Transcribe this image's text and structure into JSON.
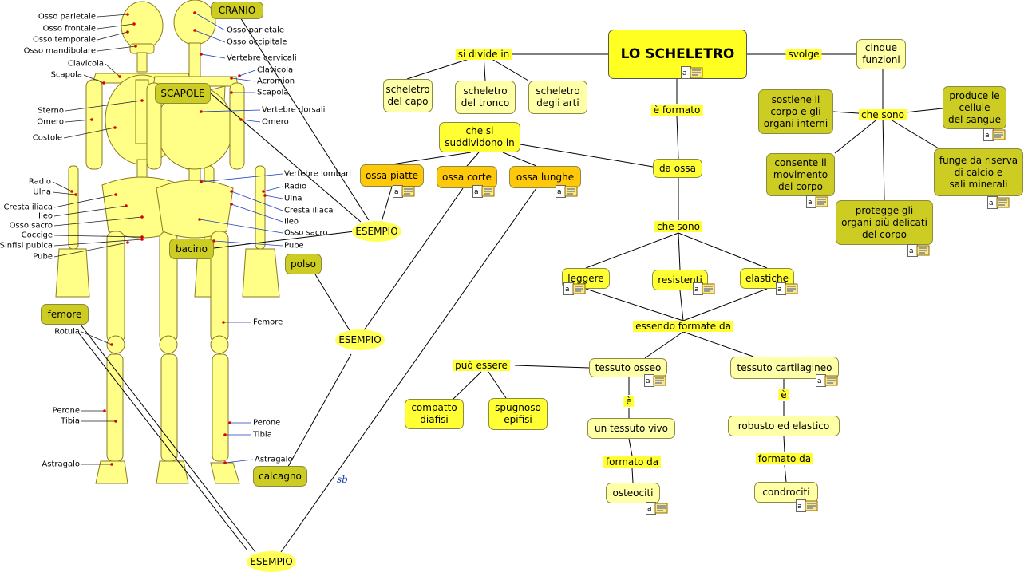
{
  "main_title": "LO SCHELETRO",
  "nodes": {
    "scheletro_capo": "scheletro\ndel capo",
    "scheletro_tronco": "scheletro\ndel tronco",
    "scheletro_arti": "scheletro\ndegli arti",
    "cinque_funzioni": "cinque\nfunzioni",
    "sostiene": "sostiene il\ncorpo e gli\norgani interni",
    "produce": "produce le\ncellule\ndel sangue",
    "consente": "consente il\nmovimento\ndel corpo",
    "protegge": "protegge gli\norgani più delicati\ndel corpo",
    "funge": "funge da riserva\ndi calcio e\nsali minerali",
    "che_si_suddividono": "che si\nsuddividono in",
    "ossa_piatte": "ossa piatte",
    "ossa_corte": "ossa corte",
    "ossa_lunghe": "ossa lunghe",
    "da_ossa": "da ossa",
    "leggere": "leggere",
    "resistenti": "resistenti",
    "elastiche": "elastiche",
    "tessuto_osseo": "tessuto osseo",
    "tessuto_cartilagineo": "tessuto cartilagineo",
    "compatto": "compatto\ndiafisi",
    "spugnoso": "spugnoso\nepifisi",
    "tessuto_vivo": "un tessuto vivo",
    "robusto": "robusto ed elastico",
    "osteociti": "osteociti",
    "condrociti": "condrociti",
    "cranio": "CRANIO",
    "scapole": "SCAPOLE",
    "bacino": "bacino",
    "polso": "polso",
    "femore": "femore",
    "calcagno": "calcagno"
  },
  "links": {
    "si_divide_in": "si  divide in",
    "svolge": "svolge",
    "e_formato": "è formato",
    "che_sono_1": "che sono",
    "che_sono_2": "che sono",
    "essendo_formate_da": "essendo formate da",
    "puo_essere": "può essere",
    "e_1": "è",
    "e_2": "è",
    "formato_da_1": "formato da",
    "formato_da_2": "formato da"
  },
  "esempi": [
    "ESEMPIO",
    "ESEMPIO",
    "ESEMPIO"
  ],
  "bones_front": [
    "Osso parietale",
    "Osso frontale",
    "Osso temporale",
    "Osso mandibolare",
    "Clavicola",
    "Scapola",
    "Sterno",
    "Omero",
    "Costole",
    "Radio",
    "Ulna",
    "Cresta iliaca",
    "Ileo",
    "Osso sacro",
    "Coccige",
    "Sinfisi pubica",
    "Pube",
    "Rotula",
    "Perone",
    "Tibia",
    "Astragalo"
  ],
  "bones_back": [
    "Osso parietale",
    "Osso occipitale",
    "Vertebre cervicali",
    "Clavicola",
    "Acromion",
    "Scapola",
    "Vertebre dorsali",
    "Omero",
    "Vertebre lombari",
    "Radio",
    "Ulna",
    "Cresta iliaca",
    "Ileo",
    "Osso sacro",
    "Pube",
    "Femore",
    "Perone",
    "Tibia",
    "Astragalo"
  ],
  "signature": "sb",
  "colors": {
    "node_yellow": "#ffff33",
    "node_pale": "#ffffa8",
    "node_olive": "#cccc22",
    "node_orange": "#ffc80a",
    "bone": "#ffff88",
    "bone_stroke": "#8a7a20"
  }
}
